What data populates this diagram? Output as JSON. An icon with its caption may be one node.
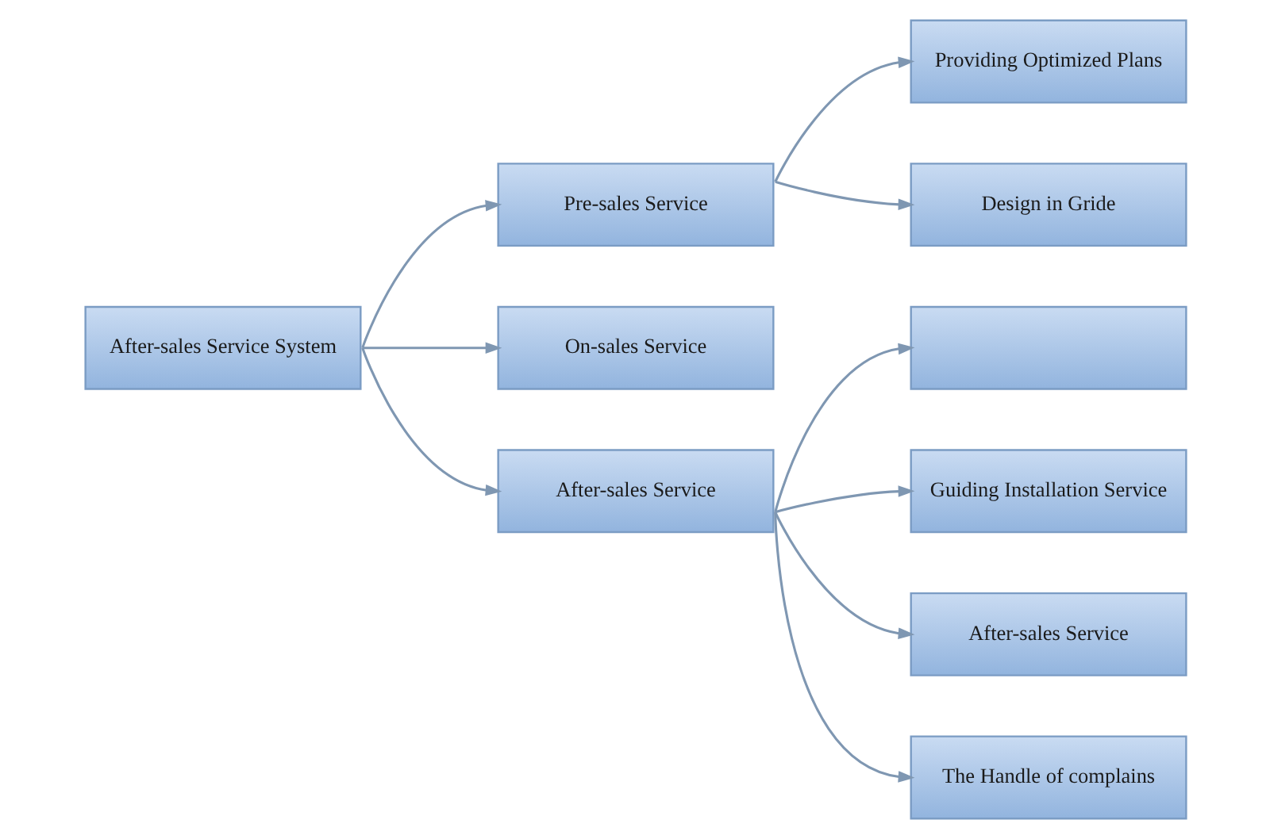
{
  "diagram": {
    "nodes": [
      {
        "text": [
          "After-sales Service System"
        ]
      },
      {
        "text": [
          "Pre-sales Service"
        ]
      },
      {
        "text": [
          "Providing Optimized Plans"
        ]
      },
      {
        "text": [
          "Design in Gride"
        ]
      },
      {
        "text": [
          "On-sales Service"
        ]
      },
      {
        "text": [
          "After-sales Service"
        ]
      },
      {
        "text": [],
        "shape": "box"
      },
      {
        "text": [
          "Guiding Installation Service"
        ]
      },
      {
        "text": [
          "After-sales Service"
        ]
      },
      {
        "text": [
          "The Handle of complains"
        ]
      }
    ],
    "edges": [
      {
        "from": 0,
        "to": 1,
        "arrow": "to"
      },
      {
        "from": 0,
        "to": 4,
        "arrow": "to"
      },
      {
        "from": 0,
        "to": 5,
        "arrow": "to"
      },
      {
        "from": 1,
        "to": 2,
        "arrow": "to"
      },
      {
        "from": 1,
        "to": 3,
        "arrow": "to"
      },
      {
        "from": 5,
        "to": 6,
        "arrow": "to"
      },
      {
        "from": 5,
        "to": 7,
        "arrow": "to"
      },
      {
        "from": 5,
        "to": 8,
        "arrow": "to"
      },
      {
        "from": 5,
        "to": 9,
        "arrow": "to"
      }
    ]
  }
}
